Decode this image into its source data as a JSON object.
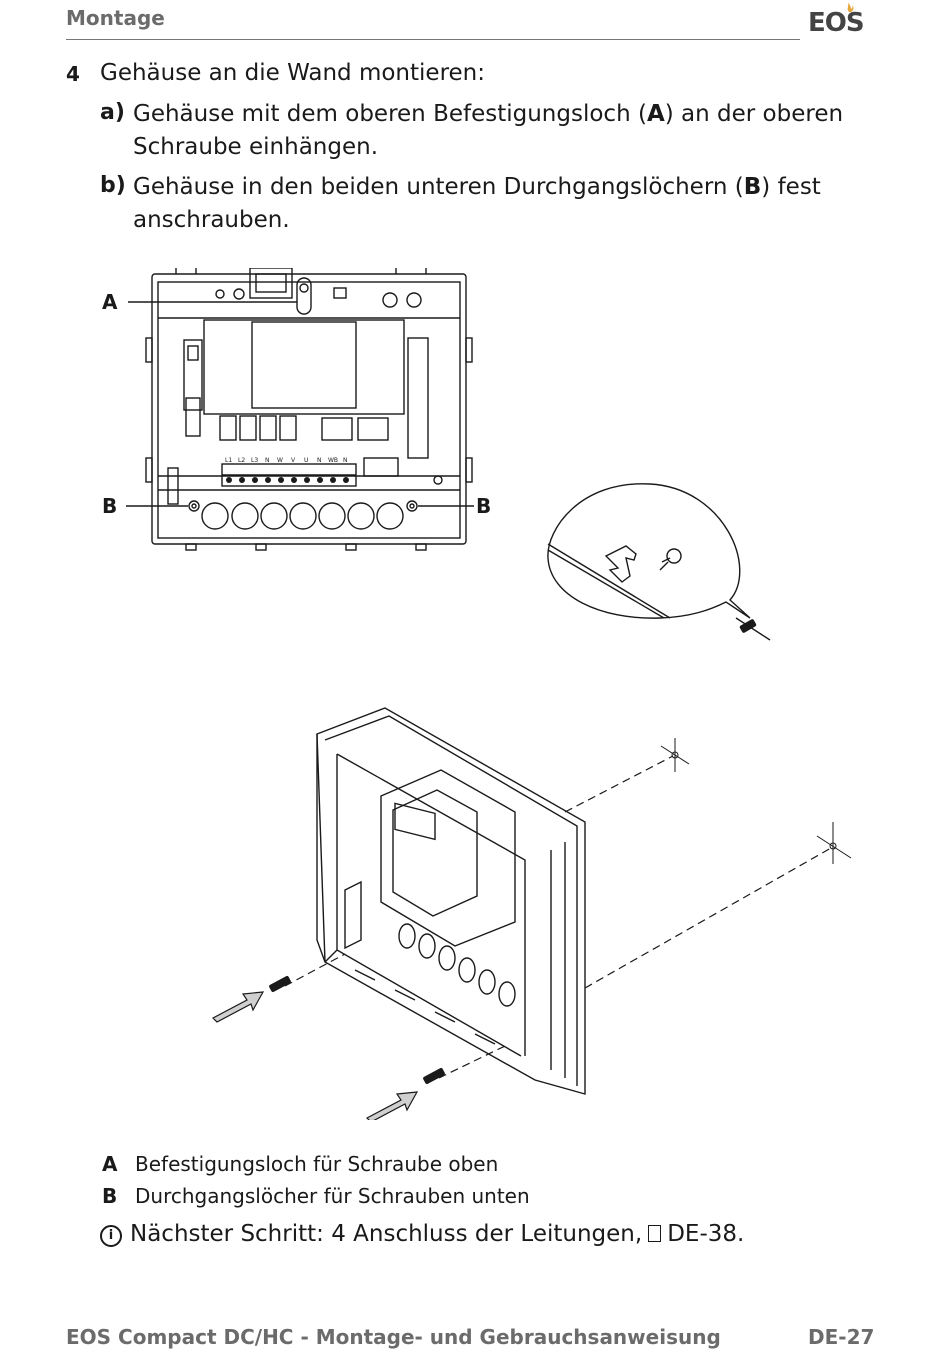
{
  "header": {
    "section": "Montage",
    "logo": "EOS"
  },
  "step": {
    "number": "4",
    "title": "Gehäuse an die Wand montieren:",
    "a_label": "a)",
    "a_line1_pre": "Gehäuse mit dem oberen Befestigungsloch (",
    "a_line1_bold": "A",
    "a_line1_post": ") an der oberen",
    "a_line2": "Schraube einhängen.",
    "b_label": "b)",
    "b_line1_pre": "Gehäuse in den beiden unteren Durchgangslöchern (",
    "b_line1_bold": "B",
    "b_line1_post": ") fest",
    "b_line2": "anschrauben."
  },
  "figure_labels": {
    "a": "A",
    "b_left": "B",
    "b_right": "B"
  },
  "terminal_labels": [
    "L1",
    "L2",
    "L3",
    "N",
    "W",
    "V",
    "U",
    "N",
    "WB",
    "N"
  ],
  "legend": [
    {
      "key": "A",
      "text": "Befestigungsloch für Schraube oben"
    },
    {
      "key": "B",
      "text": "Durchgangslöcher für Schrauben unten"
    }
  ],
  "next_step": {
    "text": "Nächster Schritt: 4 Anschluss der Leitungen,",
    "ref": "DE-38."
  },
  "footer": {
    "title": "EOS Compact DC/HC - Montage- und Gebrauchsanweisung",
    "page": "DE-27"
  },
  "icons": [
    "info-icon",
    "document-icon",
    "eos-flame-icon"
  ]
}
